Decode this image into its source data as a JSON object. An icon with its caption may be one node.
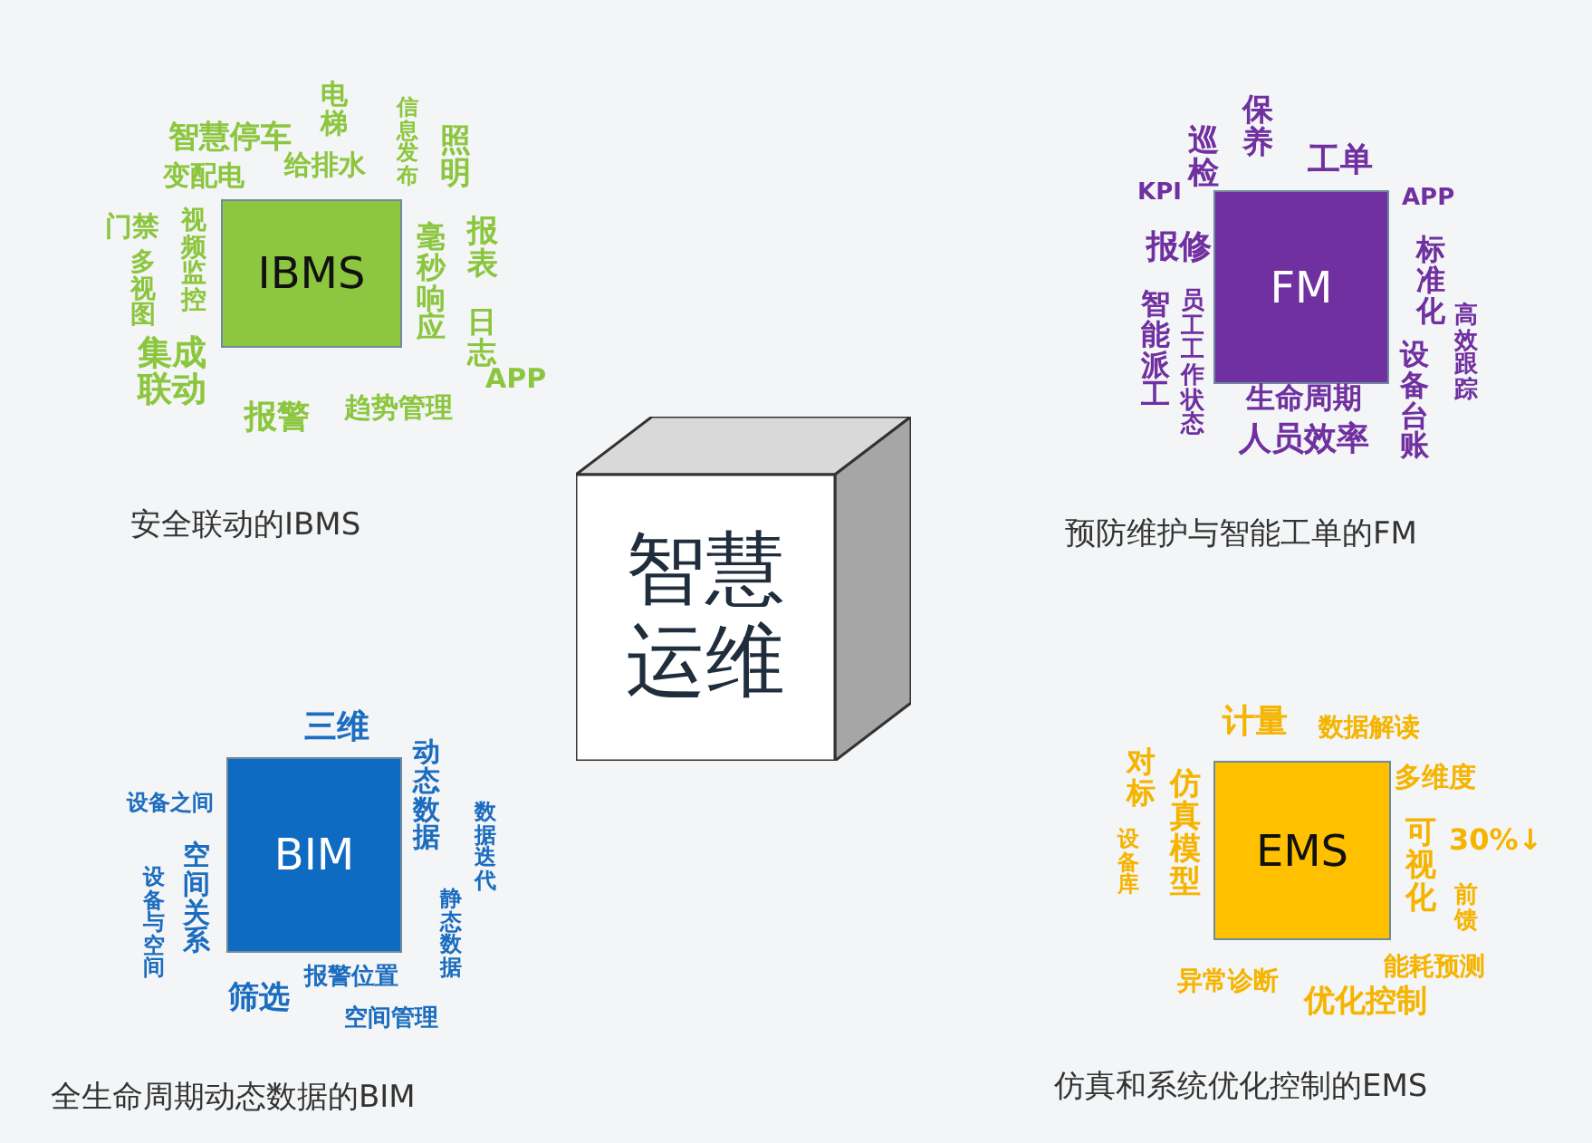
{
  "diagram": {
    "nodes": [
      {
        "text": [
          "智慧运维"
        ]
      },
      {
        "text": [
          "IBMS"
        ]
      },
      {
        "text": [
          "FM"
        ]
      },
      {
        "text": [
          "BIM"
        ]
      },
      {
        "text": [
          "EMS"
        ]
      }
    ],
    "labels": [
      "智慧停车",
      "电梯",
      "信息发布",
      "照明",
      "变配电",
      "给排水",
      "门禁",
      "视频监控",
      "多视图",
      "毫秒响应",
      "报表",
      "日志",
      "APP",
      "集成联动",
      "报警",
      "趋势管理",
      "安全联动的IBMS",
      "巡检",
      "保养",
      "工单",
      "KPI",
      "APP",
      "报修",
      "标准化",
      "高效跟踪",
      "智能派工",
      "员工工作状态",
      "生命周期",
      "人员效率",
      "设备台账",
      "预防维护与智能工单的FM",
      "三维",
      "动态数据",
      "数据迭代",
      "设备之间",
      "空间关系",
      "设备与空间",
      "静态数据",
      "筛选",
      "报警位置",
      "空间管理",
      "全生命周期动态数据的BIM",
      "计量",
      "数据解读",
      "对标",
      "仿真模型",
      "设备库",
      "多维度",
      "可视化",
      "30%↓",
      "前馈",
      "能耗预测",
      "异常诊断",
      "优化控制",
      "仿真和系统优化控制的EMS"
    ]
  }
}
